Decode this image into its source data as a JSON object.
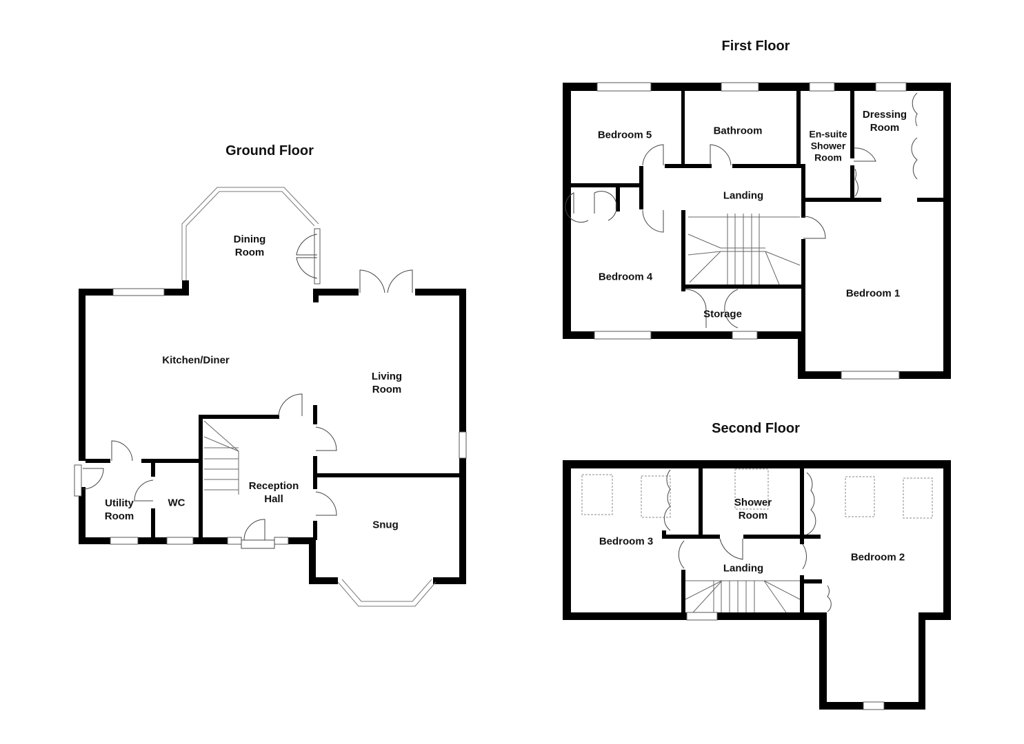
{
  "floors": {
    "ground": {
      "title": "Ground Floor",
      "rooms": {
        "dining": "Dining\nRoom",
        "kitchen": "Kitchen/Diner",
        "living": "Living\nRoom",
        "utility": "Utility\nRoom",
        "wc": "WC",
        "reception": "Reception\nHall",
        "snug": "Snug"
      }
    },
    "first": {
      "title": "First Floor",
      "rooms": {
        "bedroom5": "Bedroom 5",
        "bathroom": "Bathroom",
        "ensuite": "En-suite\nShower\nRoom",
        "dressing": "Dressing\nRoom",
        "landing": "Landing",
        "bedroom4": "Bedroom 4",
        "storage": "Storage",
        "bedroom1": "Bedroom 1"
      }
    },
    "second": {
      "title": "Second Floor",
      "rooms": {
        "bedroom3": "Bedroom 3",
        "shower": "Shower\nRoom",
        "landing": "Landing",
        "bedroom2": "Bedroom 2"
      }
    }
  },
  "colors": {
    "wall": "#000000",
    "background": "#ffffff",
    "window": "#777777"
  }
}
